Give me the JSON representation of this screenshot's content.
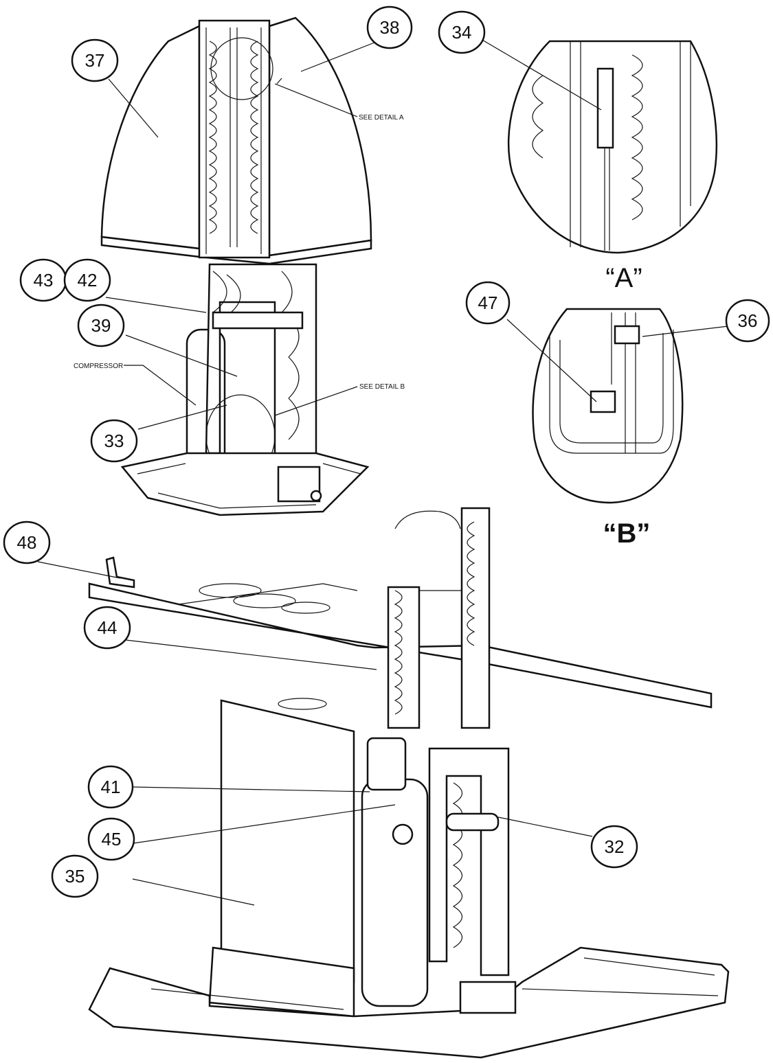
{
  "callouts": {
    "c37": "37",
    "c38": "38",
    "c34": "34",
    "c43": "43",
    "c42": "42",
    "c39": "39",
    "c33": "33",
    "c47": "47",
    "c36": "36",
    "c44": "44",
    "c48": "48",
    "c41": "41",
    "c45": "45",
    "c32": "32",
    "c35": "35"
  },
  "notes": {
    "see_detail_a": "SEE DETAIL  A",
    "see_detail_b": "SEE DETAIL  B",
    "compressor": "COMPRESSOR"
  },
  "details": {
    "a": "“A”",
    "b": "“B”"
  }
}
